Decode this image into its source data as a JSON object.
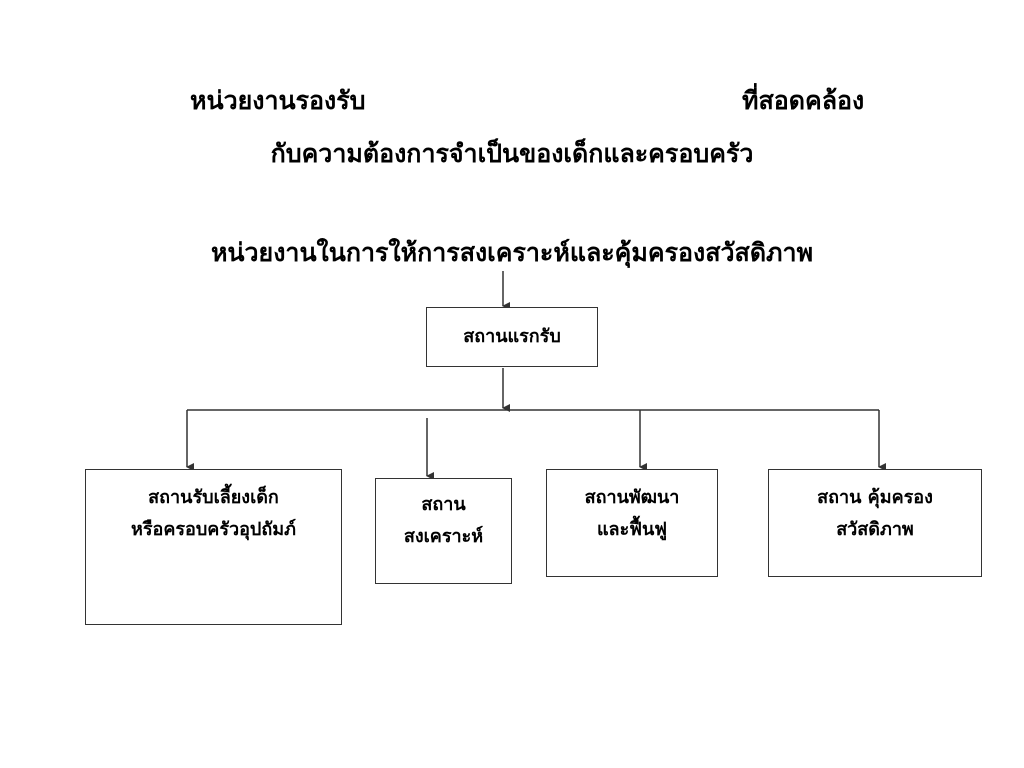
{
  "headings": {
    "line1_left": "หน่วยงานรองรับ",
    "line1_right": "ที่สอดคล้อง",
    "line2": "กับความต้องการจำเป็นของเด็กและครอบครัว",
    "line3": "หน่วยงานในการให้การสงเคราะห์และคุ้มครองสวัสดิภาพ"
  },
  "diagram": {
    "root": {
      "label": "สถานแรกรับ"
    },
    "children": [
      {
        "line1": "สถานรับเลี้ยงเด็ก",
        "line2": "หรือครอบครัวอุปถัมภ์"
      },
      {
        "line1": "สถาน",
        "line2": "สงเคราะห์"
      },
      {
        "line1": "สถานพัฒนา",
        "line2": "และฟื้นฟู"
      },
      {
        "line1": "สถาน คุ้มครอง",
        "line2": "สวัสดิภาพ"
      }
    ]
  },
  "colors": {
    "text": "#000000",
    "border": "#333333",
    "background": "#ffffff"
  }
}
